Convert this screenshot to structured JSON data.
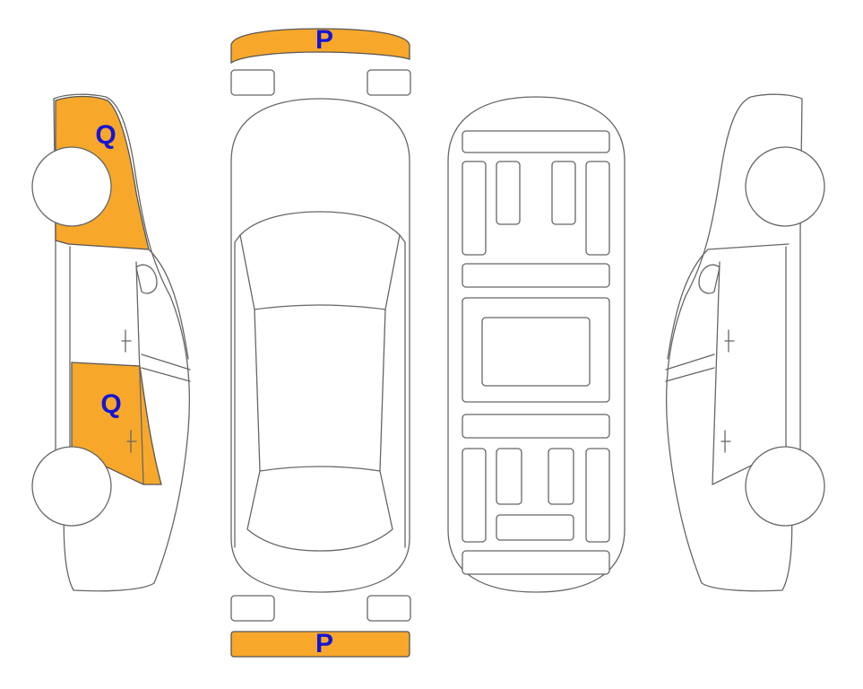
{
  "colors": {
    "marked_fill": "#f7a82b",
    "label": "#1515d6",
    "outline": "#666666"
  },
  "labels": {
    "front_bumper": "P",
    "rear_bumper": "P",
    "front_fender": "Q",
    "rear_door_lower": "Q"
  },
  "views": [
    "left-side",
    "top",
    "underbody",
    "right-side"
  ]
}
